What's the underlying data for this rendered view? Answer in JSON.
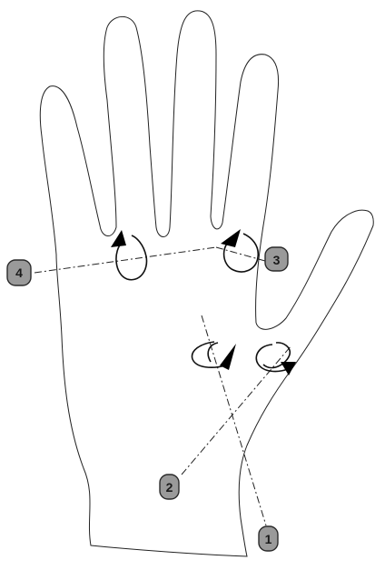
{
  "diagram": {
    "markers": [
      {
        "id": "1",
        "label": "1"
      },
      {
        "id": "2",
        "label": "2"
      },
      {
        "id": "3",
        "label": "3"
      },
      {
        "id": "4",
        "label": "4"
      }
    ]
  }
}
